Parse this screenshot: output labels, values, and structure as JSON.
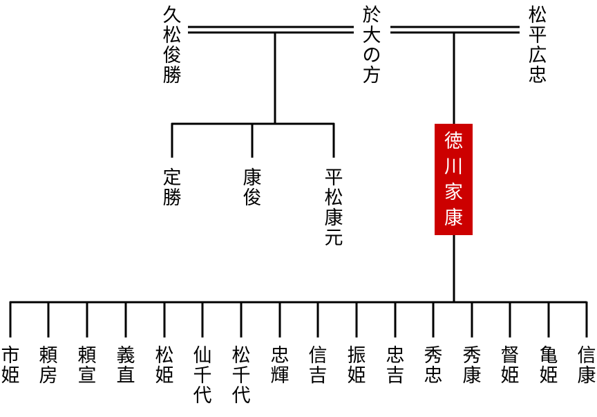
{
  "colors": {
    "line": "#000000",
    "highlight_bg": "#cc0000",
    "highlight_text": "#ffffff"
  },
  "parents": {
    "hisamatsu_toshikatsu": "久松俊勝",
    "odai_no_kata": "於大の方",
    "matsudaira_hirotada": "松平広忠"
  },
  "half_siblings": {
    "sadakatsu": "定勝",
    "yasutoshi": "康俊",
    "matsudaira_yasumoto": "平松康元"
  },
  "focus": {
    "tokugawa_ieyasu": "徳川家康"
  },
  "children": [
    {
      "key": "ichihime",
      "name": "市姫"
    },
    {
      "key": "yorifusa",
      "name": "頼房"
    },
    {
      "key": "yorinobu",
      "name": "頼宣"
    },
    {
      "key": "yoshinao",
      "name": "義直"
    },
    {
      "key": "matsuhime",
      "name": "松姫"
    },
    {
      "key": "senchiyo-1",
      "name": "仙千代"
    },
    {
      "key": "matsuchiyo",
      "name": "松千代"
    },
    {
      "key": "tadateru",
      "name": "忠輝"
    },
    {
      "key": "nobuyoshi",
      "name": "信吉"
    },
    {
      "key": "furihime",
      "name": "振姫"
    },
    {
      "key": "tadayoshi",
      "name": "忠吉"
    },
    {
      "key": "hidetada",
      "name": "秀忠"
    },
    {
      "key": "hideyasu",
      "name": "秀康"
    },
    {
      "key": "tokuhime",
      "name": "督姫"
    },
    {
      "key": "kamehime",
      "name": "亀姫"
    },
    {
      "key": "nobuyasu",
      "name": "信康"
    }
  ]
}
